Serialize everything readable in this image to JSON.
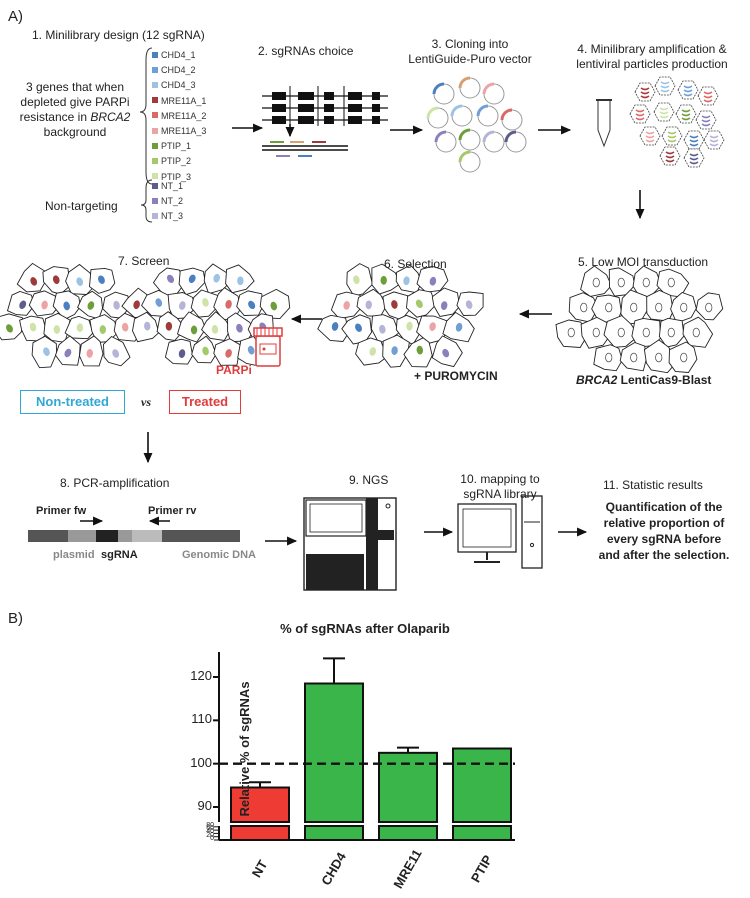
{
  "panel_a": {
    "label": "A)",
    "steps": {
      "s1": "1. Minilibrary design (12 sgRNA)",
      "s2": "2. sgRNAs choice",
      "s3_l1": "3. Cloning into",
      "s3_l2": "LentiGuide-Puro vector",
      "s4_l1": "4. Minilibrary amplification &",
      "s4_l2": "lentiviral particles production",
      "s5": "5. Low MOI transduction",
      "s6": "6. Selection",
      "s7": "7. Screen",
      "s8": "8. PCR-amplification",
      "s9": "9. NGS",
      "s10_l1": "10. mapping to",
      "s10_l2": "sgRNA library",
      "s11": "11. Statistic results"
    },
    "genes_desc": {
      "l1": "3 genes that when",
      "l2": "depleted give PARPi",
      "l3a": "resistance in ",
      "l3b": "BRCA2",
      "l4": "background"
    },
    "non_targeting": "Non-targeting",
    "sgrnas": [
      {
        "name": "CHD4_1",
        "color": "#4a7fc0"
      },
      {
        "name": "CHD4_2",
        "color": "#6f9fd4"
      },
      {
        "name": "CHD4_3",
        "color": "#9cc3e6"
      },
      {
        "name": "MRE11A_1",
        "color": "#9e3a3a"
      },
      {
        "name": "MRE11A_2",
        "color": "#d86a6a"
      },
      {
        "name": "MRE11A_3",
        "color": "#eda3a3"
      },
      {
        "name": "PTIP_1",
        "color": "#6d9e3a"
      },
      {
        "name": "PTIP_2",
        "color": "#a4c96b"
      },
      {
        "name": "PTIP_3",
        "color": "#cfe3a8"
      }
    ],
    "nt_sgrnas": [
      {
        "name": "NT_1",
        "color": "#5c5d8c"
      },
      {
        "name": "NT_2",
        "color": "#8a80bb"
      },
      {
        "name": "NT_3",
        "color": "#b4b3d8"
      }
    ],
    "cell_line_a": "BRCA2",
    "cell_line_b": " LentiCas9-Blast",
    "puromycin": "+ PUROMYCIN",
    "parpi": "PARPi",
    "non_treated": "Non-treated",
    "vs": "vs",
    "treated": "Treated",
    "primer_fw": "Primer fw",
    "primer_rv": "Primer rv",
    "plasmid": "plasmid",
    "sgrna": "sgRNA",
    "genomic": "Genomic DNA",
    "result_l1": "Quantification of the",
    "result_l2": "relative proportion of",
    "result_l3": "every sgRNA before",
    "result_l4": "and after the selection.",
    "colors": {
      "nontreated": "#2fa8d6",
      "treated": "#e03c3c"
    }
  },
  "panel_b": {
    "label": "B)"
  },
  "chart_data": {
    "type": "bar",
    "title": "% of sgRNAs after Olaparib",
    "ylabel": "Relative % of sgRNAs",
    "categories": [
      "NT",
      "CHD4",
      "MRE11",
      "PTIP"
    ],
    "values": [
      94.5,
      118.5,
      102.5,
      103.5
    ],
    "errors": [
      1.2,
      5.8,
      1.2,
      0
    ],
    "colors": [
      "#ee3b33",
      "#3ab54a",
      "#3ab54a",
      "#3ab54a"
    ],
    "reference_line": 100,
    "ylim_upper": [
      90,
      125
    ],
    "yticks_upper": [
      "90",
      "100",
      "110",
      "120"
    ],
    "yticks_lower": [
      "0",
      "20",
      "40",
      "60",
      "80"
    ],
    "axis_break": true
  }
}
